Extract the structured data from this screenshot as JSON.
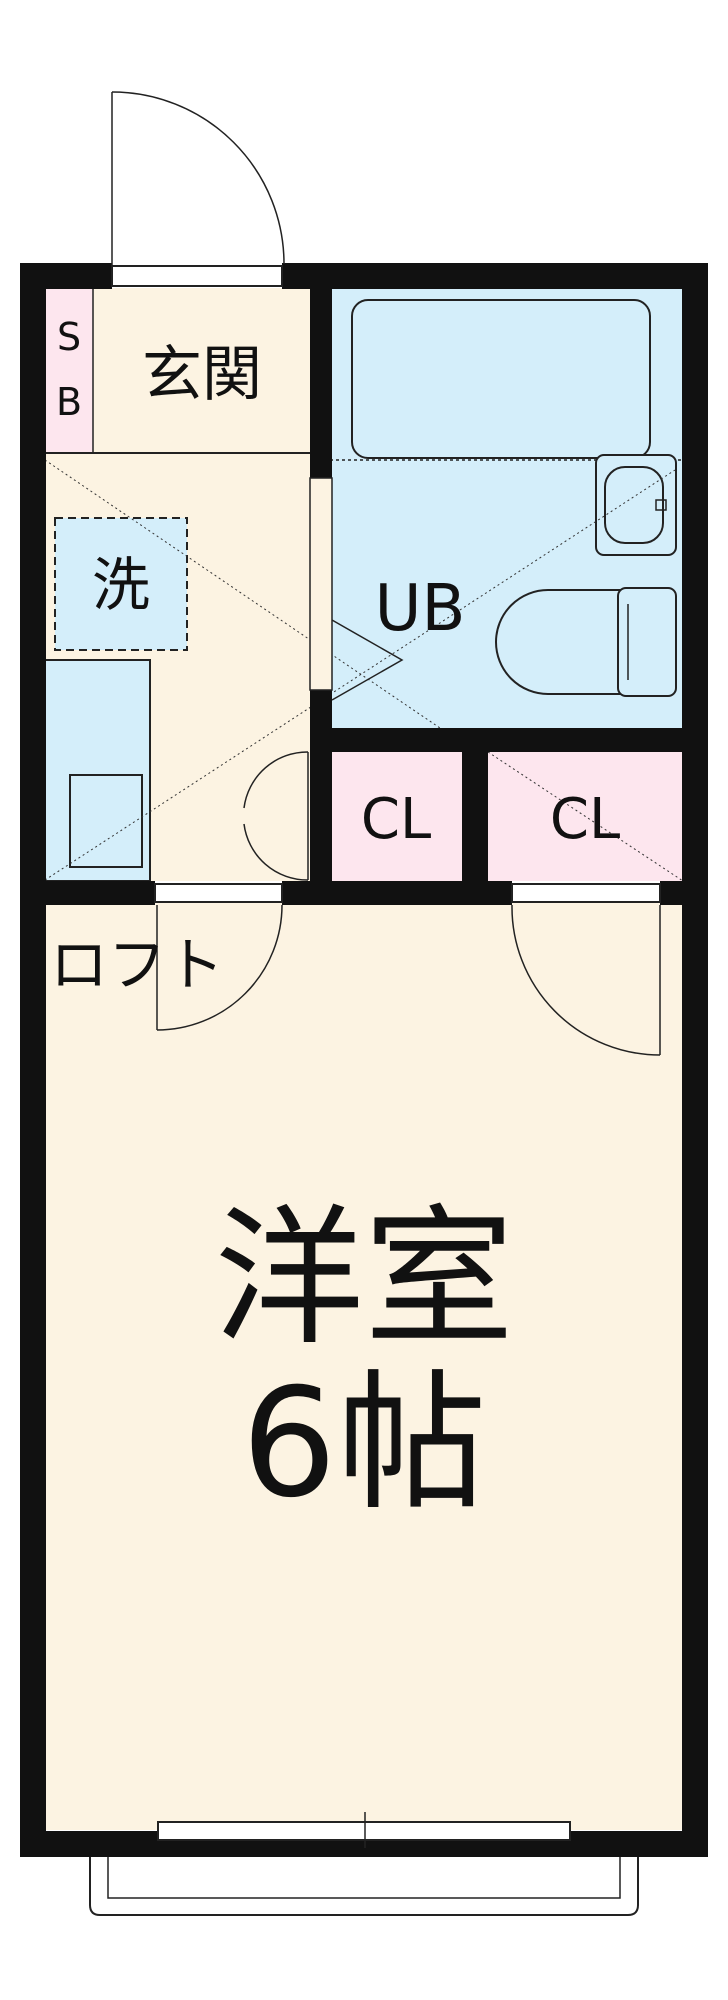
{
  "floor_plan": {
    "rooms": {
      "entrance": "玄関",
      "shoe_box_s": "S",
      "shoe_box_b": "B",
      "washer": "洗",
      "unit_bath": "UB",
      "closet_left": "CL",
      "closet_right": "CL",
      "loft": "ロフト",
      "western_room": "洋室",
      "room_size": "6帖"
    },
    "colors": {
      "wall": "#111111",
      "floor": "#fcf3e2",
      "wet_area": "#d4eefa",
      "storage": "#fde6ee",
      "line": "#222222"
    }
  }
}
